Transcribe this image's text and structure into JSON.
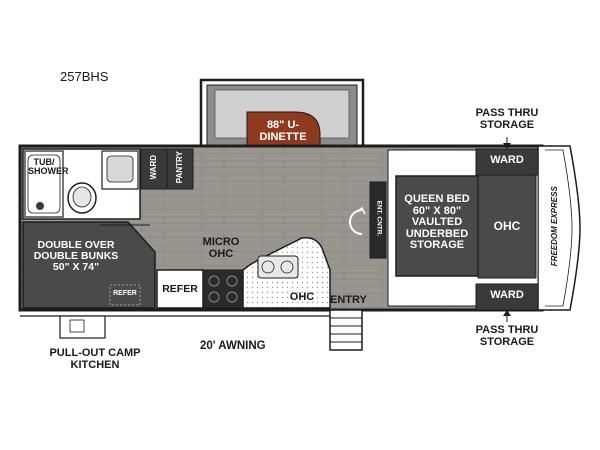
{
  "model": "257BHS",
  "brand_logo": "FREEDOM EXPRESS",
  "colors": {
    "outline": "#1c1c1c",
    "floor": "#9a968f",
    "dark_fill": "#3a3a3a",
    "carpet": "#4a4a4a",
    "dinette": "#8e3a1e",
    "sofa": "#8c8c8c",
    "white": "#ffffff"
  },
  "labels": {
    "dinette": "88\" U-DINETTE",
    "tub_shower": "TUB/ SHOWER",
    "ward_bath": "WARD",
    "pantry": "PANTRY",
    "bunks": "DOUBLE OVER DOUBLE BUNKS 50\" X 74\"",
    "refer_small": "REFER",
    "refer": "REFER",
    "micro_ohc": "MICRO OHC",
    "ohc_kitchen": "OHC",
    "ent_cntr": "ENT. CNTR.",
    "queen_bed": "QUEEN BED 60\" X 80\" VAULTED UNDERBED STORAGE",
    "ohc_bed": "OHC",
    "ward_top": "WARD",
    "ward_bottom": "WARD",
    "pass_thru_top": "PASS THRU STORAGE",
    "pass_thru_bottom": "PASS THRU STORAGE",
    "entry": "ENTRY",
    "awning": "20' AWNING",
    "camp_kitchen": "PULL-OUT CAMP KITCHEN"
  }
}
